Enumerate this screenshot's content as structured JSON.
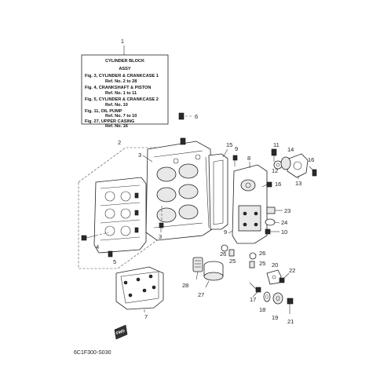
{
  "title_box": {
    "callout": "1",
    "lines": [
      "CYLINDER BLOCK",
      "ASSY",
      "Fig. 3, CYLINDER & CRANKCASE 1",
      "Ref. No. 2 to 28",
      "Fig. 4, CRANKSHAFT & PISTON",
      "Ref. No. 1 to 11",
      "Fig. 5, CYLINDER & CRANKCASE 2",
      "Ref. No. 10",
      "Fig. 11, OIL PUMP",
      "Ref. No. 7 to 10",
      "Fig. 27, UPPER CASING",
      "Ref. No. 16"
    ]
  },
  "callouts": {
    "c2": "2",
    "c3a": "3",
    "c3b": "3",
    "c4": "4",
    "c5": "5",
    "c6": "6",
    "c7": "7",
    "c8": "8",
    "c9a": "9",
    "c9b": "9",
    "c10": "10",
    "c11": "11",
    "c12": "12",
    "c13": "13",
    "c14": "14",
    "c15": "15",
    "c16a": "16",
    "c16b": "16",
    "c17": "17",
    "c18": "18",
    "c19": "19",
    "c20": "20",
    "c21": "21",
    "c22": "22",
    "c23": "23",
    "c24": "24",
    "c25a": "25",
    "c25b": "25",
    "c26a": "26",
    "c26b": "26",
    "c27": "27",
    "c28": "28"
  },
  "fwd_label": "FWD",
  "diagram_code": "6C1F300-S030"
}
